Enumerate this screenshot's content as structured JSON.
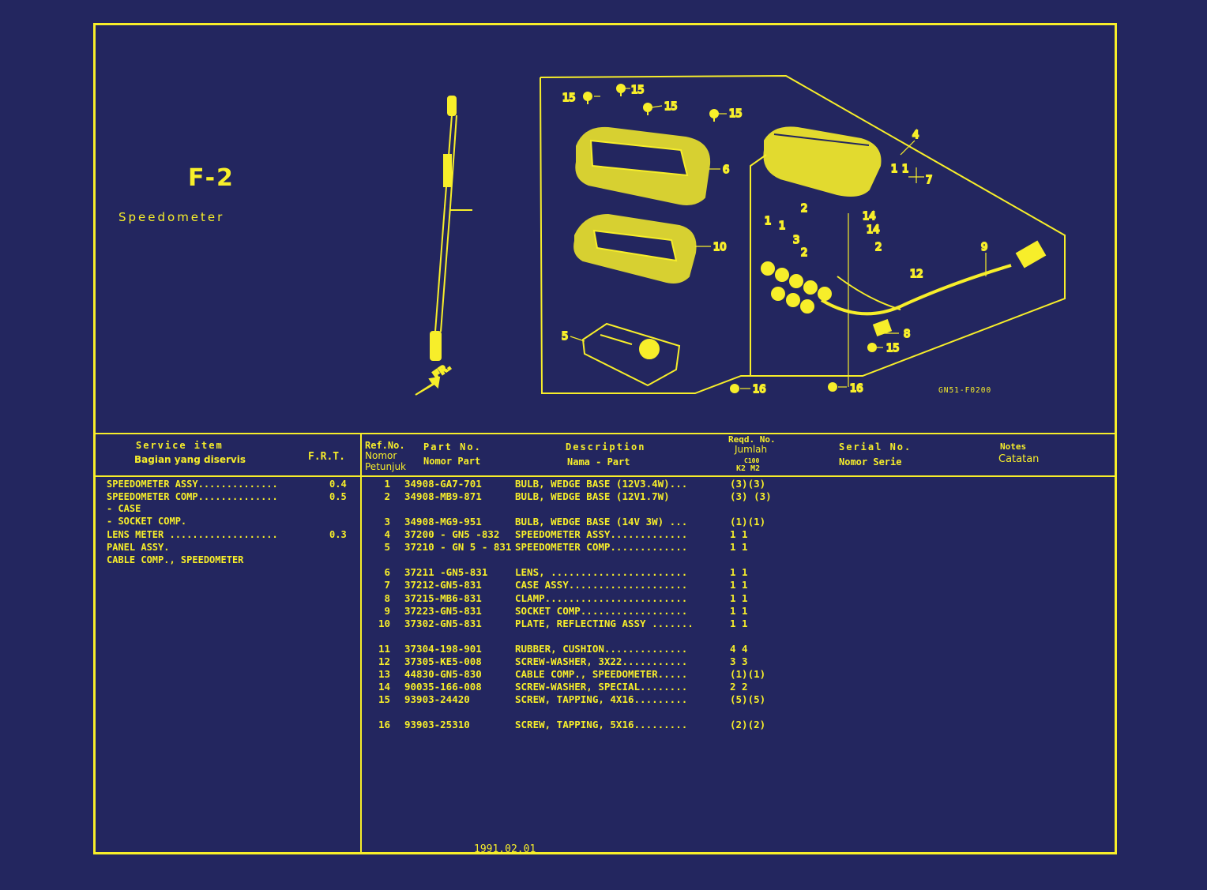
{
  "page": {
    "section_code": "F-2",
    "section_name": "Speedometer",
    "diagram_code": "GN51-F0200",
    "date": "1991.02.01"
  },
  "diagram": {
    "callouts": [
      "15",
      "15",
      "15",
      "15",
      "6",
      "10",
      "5",
      "4",
      "1",
      "1",
      "7",
      "2",
      "14",
      "14",
      "1",
      "3",
      "2",
      "2",
      "1",
      "9",
      "12",
      "8",
      "15",
      "16",
      "16"
    ]
  },
  "service_header": {
    "line1": "Service  item",
    "line2": "Bagian yang diservis",
    "frt": "F.R.T."
  },
  "service_items": [
    {
      "text": "SPEEDOMETER ASSY..............",
      "frt": "0.4"
    },
    {
      "text": "SPEEDOMETER COMP..............",
      "frt": "0.5"
    },
    {
      "text": "- CASE",
      "frt": ""
    },
    {
      "text": "- SOCKET COMP.",
      "frt": ""
    },
    {
      "text": "LENS METER ...................",
      "frt": "0.3"
    },
    {
      "text": "PANEL ASSY.",
      "frt": ""
    },
    {
      "text": "CABLE COMP., SPEEDOMETER",
      "frt": ""
    }
  ],
  "table_header": {
    "ref_1": "Ref.No.",
    "ref_2": "Nomor",
    "ref_3": "Petunjuk",
    "part_1": "Part No.",
    "part_2": "Nomor Part",
    "desc_1": "Description",
    "desc_2": "Nama - Part",
    "qty_1": "Reqd. No.",
    "qty_2": "Jumlah",
    "qty_3": "C100",
    "qty_4": "K2 M2",
    "serial_1": "Serial No.",
    "serial_2": "Nomor Serie",
    "notes_1": "Notes",
    "notes_2": "Catatan"
  },
  "parts": [
    {
      "ref": "1",
      "part_no": "34908-GA7-701",
      "desc": "BULB, WEDGE BASE (12V3.4W)...",
      "qty": "(3)(3)"
    },
    {
      "ref": "2",
      "part_no": "34908-MB9-871",
      "desc": "BULB, WEDGE BASE (12V1.7W)",
      "qty": "(3) (3)"
    },
    {
      "ref": "3",
      "part_no": "34908-MG9-951",
      "desc": "BULB, WEDGE BASE (14V 3W)  ...",
      "qty": "(1)(1)"
    },
    {
      "ref": "4",
      "part_no": "37200 - GN5 -832",
      "desc": "SPEEDOMETER ASSY.............",
      "qty": "1  1"
    },
    {
      "ref": "5",
      "part_no": "37210 - GN 5 - 831",
      "desc": "SPEEDOMETER COMP.............",
      "qty": "1  1"
    },
    {
      "ref": "6",
      "part_no": "37211 -GN5-831",
      "desc": "LENS, .......................",
      "qty": "1  1"
    },
    {
      "ref": "7",
      "part_no": "37212-GN5-831",
      "desc": "CASE ASSY....................",
      "qty": "1  1"
    },
    {
      "ref": "8",
      "part_no": "37215-MB6-831",
      "desc": "CLAMP........................",
      "qty": "1  1"
    },
    {
      "ref": "9",
      "part_no": "37223-GN5-831",
      "desc": "SOCKET COMP..................",
      "qty": "1  1"
    },
    {
      "ref": "10",
      "part_no": "37302-GN5-831",
      "desc": "PLATE, REFLECTING ASSY .......",
      "qty": "1  1"
    },
    {
      "ref": "11",
      "part_no": "37304-198-901",
      "desc": "RUBBER, CUSHION..............",
      "qty": "4  4"
    },
    {
      "ref": "12",
      "part_no": "37305-KE5-008",
      "desc": "SCREW-WASHER, 3X22...........",
      "qty": "3  3"
    },
    {
      "ref": "13",
      "part_no": "44830-GN5-830",
      "desc": "CABLE COMP., SPEEDOMETER.....",
      "qty": "(1)(1)"
    },
    {
      "ref": "14",
      "part_no": "90035-166-008",
      "desc": "SCREW-WASHER, SPECIAL........",
      "qty": "2  2"
    },
    {
      "ref": "15",
      "part_no": "93903-24420",
      "desc": "SCREW, TAPPING, 4X16.........",
      "qty": "(5)(5)"
    },
    {
      "ref": "16",
      "part_no": "93903-25310",
      "desc": "SCREW, TAPPING, 5X16.........",
      "qty": "(2)(2)"
    }
  ]
}
